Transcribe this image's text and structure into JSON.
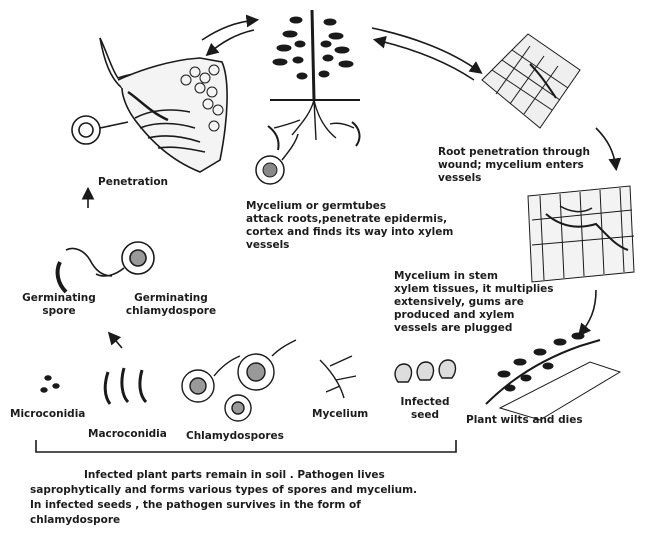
{
  "labels": {
    "penetration": "Penetration",
    "mycelium_germtubes": [
      "Mycelium or germtubes",
      "attack roots,penetrate epidermis,",
      "cortex and finds its way into xylem",
      "vessels"
    ],
    "root_penetration": [
      "Root penetration through",
      "wound; mycelium enters",
      "vessels"
    ],
    "mycelium_stem": [
      "Mycelium in stem",
      "xylem tissues, it multiplies",
      "extensively, gums are",
      "produced and xylem",
      "vessels are plugged"
    ],
    "germinating_spore": [
      "Germinating",
      "spore"
    ],
    "germinating_chlamydospore": [
      "Germinating",
      "chlamydospore"
    ],
    "microconidia": "Microconidia",
    "macroconidia": "Macroconidia",
    "chlamydospores": "Chlamydospores",
    "mycelium": "Mycelium",
    "infected_seed": [
      "Infected",
      "seed"
    ],
    "plant_wilts": "Plant wilts and dies"
  },
  "caption": [
    "Infected plant parts remain in soil . Pathogen lives",
    "saprophytically and forms various types of spores and mycelium.",
    "In infected seeds , the pathogen survives in the form of",
    "chlamydospore"
  ]
}
